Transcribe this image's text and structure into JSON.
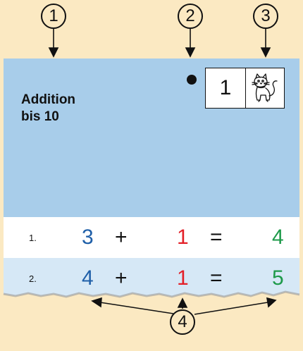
{
  "callouts": [
    "1",
    "2",
    "3",
    "4"
  ],
  "card": {
    "title_line1": "Addition",
    "title_line2": "bis 10",
    "badge_number": "1",
    "badge_icon": "cat-icon"
  },
  "rows": [
    {
      "index": "1.",
      "a": "3",
      "op": "+",
      "b": "1",
      "eq": "=",
      "result": "4"
    },
    {
      "index": "2.",
      "a": "4",
      "op": "+",
      "b": "1",
      "eq": "=",
      "result": "5"
    }
  ],
  "colors": {
    "background": "#FBE9C2",
    "card_blue": "#A8CDEA",
    "row_white": "#FFFFFF",
    "row_light": "#D6E8F6",
    "first_number": "#1F5FA8",
    "second_number": "#E32028",
    "result": "#1E9A4A"
  }
}
